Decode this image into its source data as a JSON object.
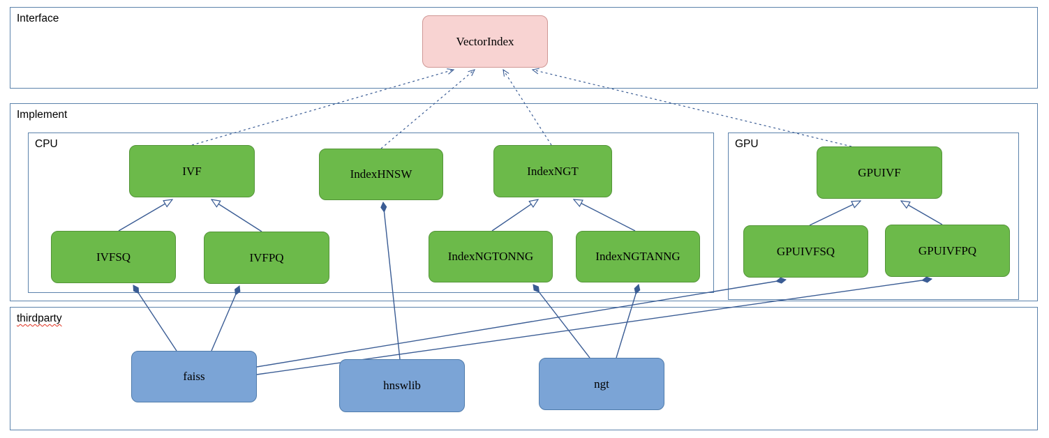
{
  "groups": {
    "interface": {
      "label": "Interface"
    },
    "implement": {
      "label": "Implement"
    },
    "cpu": {
      "label": "CPU"
    },
    "gpu": {
      "label": "GPU"
    },
    "thirdparty": {
      "label": "thirdparty"
    }
  },
  "nodes": {
    "vectorindex": {
      "label": "VectorIndex",
      "kind": "interface"
    },
    "ivf": {
      "label": "IVF",
      "kind": "implementation-cpu"
    },
    "indexhnsw": {
      "label": "IndexHNSW",
      "kind": "implementation-cpu"
    },
    "indexngt": {
      "label": "IndexNGT",
      "kind": "implementation-cpu"
    },
    "ivfsq": {
      "label": "IVFSQ",
      "kind": "implementation-cpu"
    },
    "ivfpq": {
      "label": "IVFPQ",
      "kind": "implementation-cpu"
    },
    "indexngtonng": {
      "label": "IndexNGTONNG",
      "kind": "implementation-cpu"
    },
    "indexngtanng": {
      "label": "IndexNGTANNG",
      "kind": "implementation-cpu"
    },
    "gpuivf": {
      "label": "GPUIVF",
      "kind": "implementation-gpu"
    },
    "gpuivfsq": {
      "label": "GPUIVFSQ",
      "kind": "implementation-gpu"
    },
    "gpuivfpq": {
      "label": "GPUIVFPQ",
      "kind": "implementation-gpu"
    },
    "faiss": {
      "label": "faiss",
      "kind": "thirdparty"
    },
    "hnswlib": {
      "label": "hnswlib",
      "kind": "thirdparty"
    },
    "ngt": {
      "label": "ngt",
      "kind": "thirdparty"
    }
  },
  "edges": [
    {
      "from": "IVF",
      "to": "VectorIndex",
      "type": "inheritance",
      "style": "dashed"
    },
    {
      "from": "IndexHNSW",
      "to": "VectorIndex",
      "type": "inheritance",
      "style": "dashed"
    },
    {
      "from": "IndexNGT",
      "to": "VectorIndex",
      "type": "inheritance",
      "style": "dashed"
    },
    {
      "from": "GPUIVF",
      "to": "VectorIndex",
      "type": "inheritance",
      "style": "dashed"
    },
    {
      "from": "IVFSQ",
      "to": "IVF",
      "type": "inheritance",
      "style": "solid"
    },
    {
      "from": "IVFPQ",
      "to": "IVF",
      "type": "inheritance",
      "style": "solid"
    },
    {
      "from": "IndexNGTONNG",
      "to": "IndexNGT",
      "type": "inheritance",
      "style": "solid"
    },
    {
      "from": "IndexNGTANNG",
      "to": "IndexNGT",
      "type": "inheritance",
      "style": "solid"
    },
    {
      "from": "GPUIVFSQ",
      "to": "GPUIVF",
      "type": "inheritance",
      "style": "solid"
    },
    {
      "from": "GPUIVFPQ",
      "to": "GPUIVF",
      "type": "inheritance",
      "style": "solid"
    },
    {
      "from": "faiss",
      "to": "IVFSQ",
      "type": "composition",
      "style": "solid"
    },
    {
      "from": "faiss",
      "to": "IVFPQ",
      "type": "composition",
      "style": "solid"
    },
    {
      "from": "faiss",
      "to": "GPUIVFSQ",
      "type": "composition",
      "style": "solid"
    },
    {
      "from": "faiss",
      "to": "GPUIVFPQ",
      "type": "composition",
      "style": "solid"
    },
    {
      "from": "hnswlib",
      "to": "IndexHNSW",
      "type": "composition",
      "style": "solid"
    },
    {
      "from": "ngt",
      "to": "IndexNGTONNG",
      "type": "composition",
      "style": "solid"
    },
    {
      "from": "ngt",
      "to": "IndexNGTANNG",
      "type": "composition",
      "style": "solid"
    }
  ],
  "colors": {
    "interface_fill": "#f8d3d2",
    "interface_stroke": "#cf9795",
    "implementation_fill": "#6cba4a",
    "implementation_stroke": "#539438",
    "thirdparty_fill": "#7ba4d6",
    "thirdparty_stroke": "#4f7bab",
    "container_stroke": "#5b82ab",
    "connector": "#3a5c94",
    "spellcheck_underline": "#e0301e"
  }
}
